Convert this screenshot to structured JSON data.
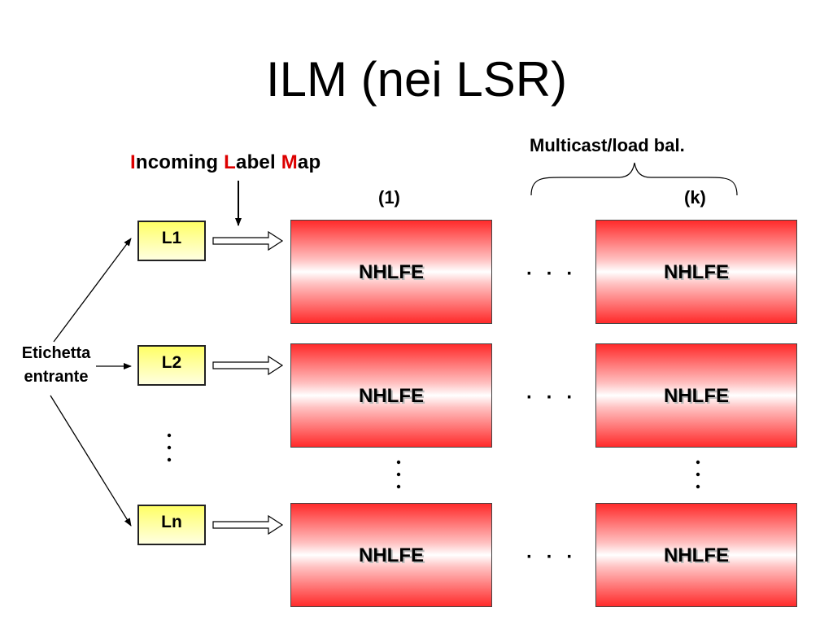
{
  "title": "ILM (nei LSR)",
  "ilm_heading": {
    "i": "I",
    "ncoming": "ncoming ",
    "l": "L",
    "abel": "abel ",
    "m": "M",
    "ap": "ap"
  },
  "multicast_label": "Multicast/load bal.",
  "column_labels": {
    "first": "(1)",
    "last": "(k)"
  },
  "input_label": {
    "line1": "Etichetta",
    "line2": "entrante"
  },
  "labels": [
    "L1",
    "L2",
    "Ln"
  ],
  "nhlfe_label": "NHLFE",
  "rows": [
    {
      "left": "NHLFE",
      "dots": "· · ·",
      "right": "NHLFE"
    },
    {
      "left": "NHLFE",
      "dots": "· · ·",
      "right": "NHLFE"
    },
    {
      "left": "NHLFE",
      "dots": "· · ·",
      "right": "NHLFE"
    }
  ],
  "colors": {
    "label_fill": "#ffff66",
    "nhlfe_red": "#ff2a2a",
    "accent_red": "#dd0000"
  }
}
